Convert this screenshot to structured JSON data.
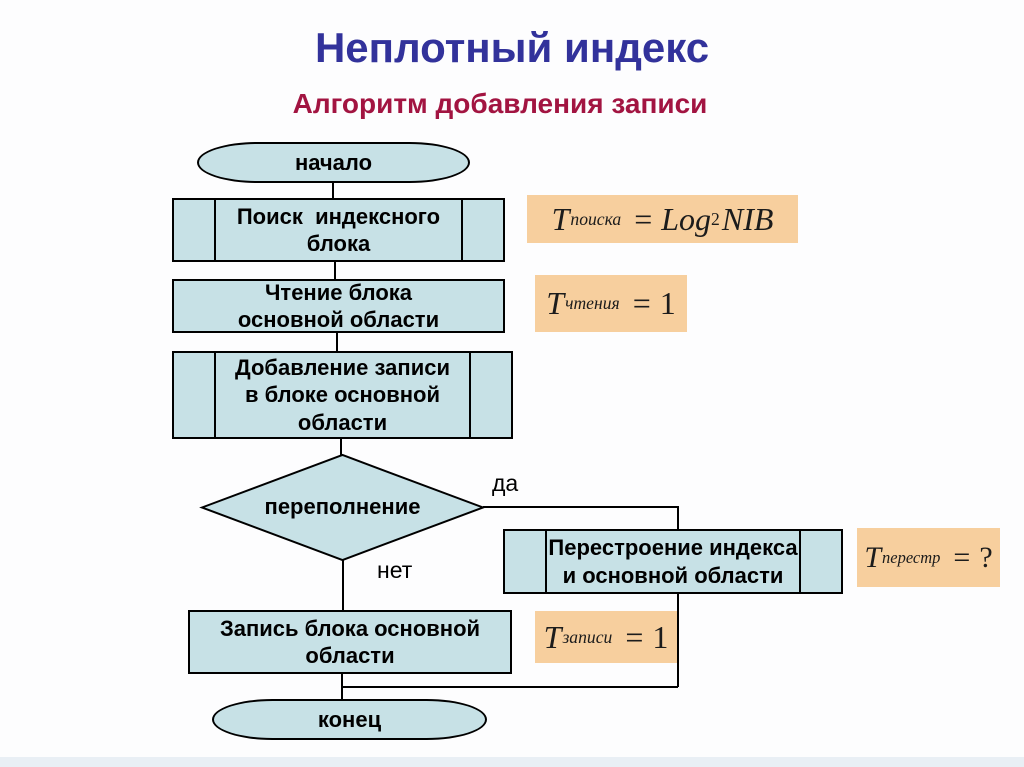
{
  "slide": {
    "title": "Неплотный индекс",
    "subtitle": "Алгоритм добавления записи"
  },
  "flowchart": {
    "start": "начало",
    "end": "конец",
    "nodes": {
      "search": "Поиск  индексного\nблока",
      "read": "Чтение блока\nосновной области",
      "add": "Добавление записи\nв блоке основной\nобласти",
      "decision": "переполнение",
      "rebuild": "Перестроение индекса\nи основной области",
      "write": "Запись блока основной\nобласти"
    },
    "branch_labels": {
      "yes": "да",
      "no": "нет"
    }
  },
  "formulas": [
    {
      "lhs_base": "T",
      "lhs_sub": "поиска",
      "eq": "=",
      "rhs_word": "Log",
      "rhs_sub": "2",
      "rhs_end": "NIB",
      "rhs_plain": ""
    },
    {
      "lhs_base": "T",
      "lhs_sub": "чтения",
      "eq": "=",
      "rhs_word": "",
      "rhs_sub": "",
      "rhs_end": "",
      "rhs_plain": "1"
    },
    {
      "lhs_base": "T",
      "lhs_sub": "перестр",
      "eq": "=",
      "rhs_word": "",
      "rhs_sub": "",
      "rhs_end": "",
      "rhs_plain": "?"
    },
    {
      "lhs_base": "T",
      "lhs_sub": "записи",
      "eq": "=",
      "rhs_word": "",
      "rhs_sub": "",
      "rhs_end": "",
      "rhs_plain": "1"
    }
  ],
  "colors": {
    "title": "#32329b",
    "subtitle": "#a21441",
    "node_fill": "#c7e1e6",
    "node_border": "#000000",
    "formula_bg": "#f7cf9e",
    "line": "#000000",
    "footer_strip": "#e9eff5"
  }
}
